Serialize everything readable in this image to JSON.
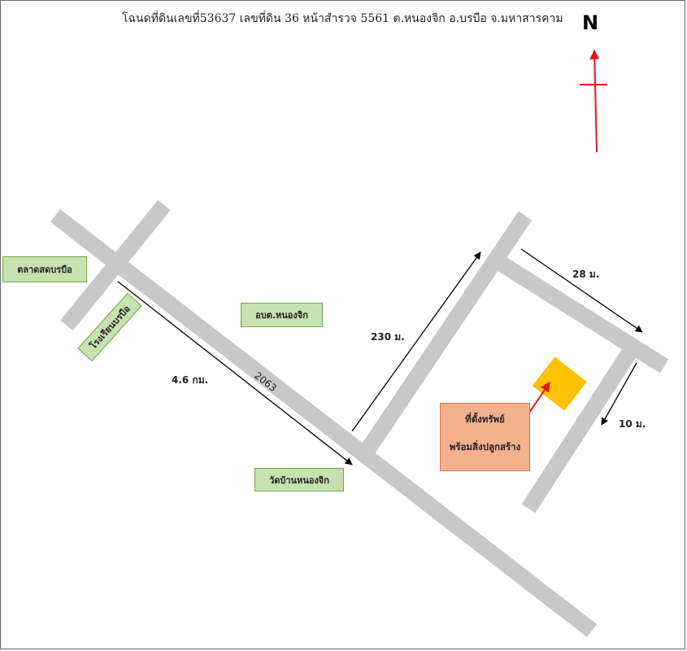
{
  "title": "โฉนดที่ดินเลขที่53637  เลขที่ดิน 36 หน้าสำรวจ 5561 ต.หนองจิก อ.บรบือ จ.มหาสารคาม",
  "north_label": "N",
  "road_number": "2063",
  "distances": {
    "to_temple": "4.6 กม.",
    "side_road": "230 ม.",
    "frontage": "28 ม.",
    "depth": "10 ม."
  },
  "landmarks": {
    "market": "ตลาดสดบรบือ",
    "school": "โรงเรียนบรบือ",
    "sao": "อบต.หนองจิก",
    "temple": "วัดบ้านหนองจิก"
  },
  "property": {
    "line1": "ที่ตั้งทรัพย์",
    "line2": "พร้อมสิ่งปลูกสร้าง"
  },
  "colors": {
    "road": "#c8c8c8",
    "landmark_fill": "#c6e2b0",
    "landmark_border": "#70a64a",
    "property_fill": "#f4b08c",
    "building": "#ffc000",
    "compass": "#e3161d"
  }
}
